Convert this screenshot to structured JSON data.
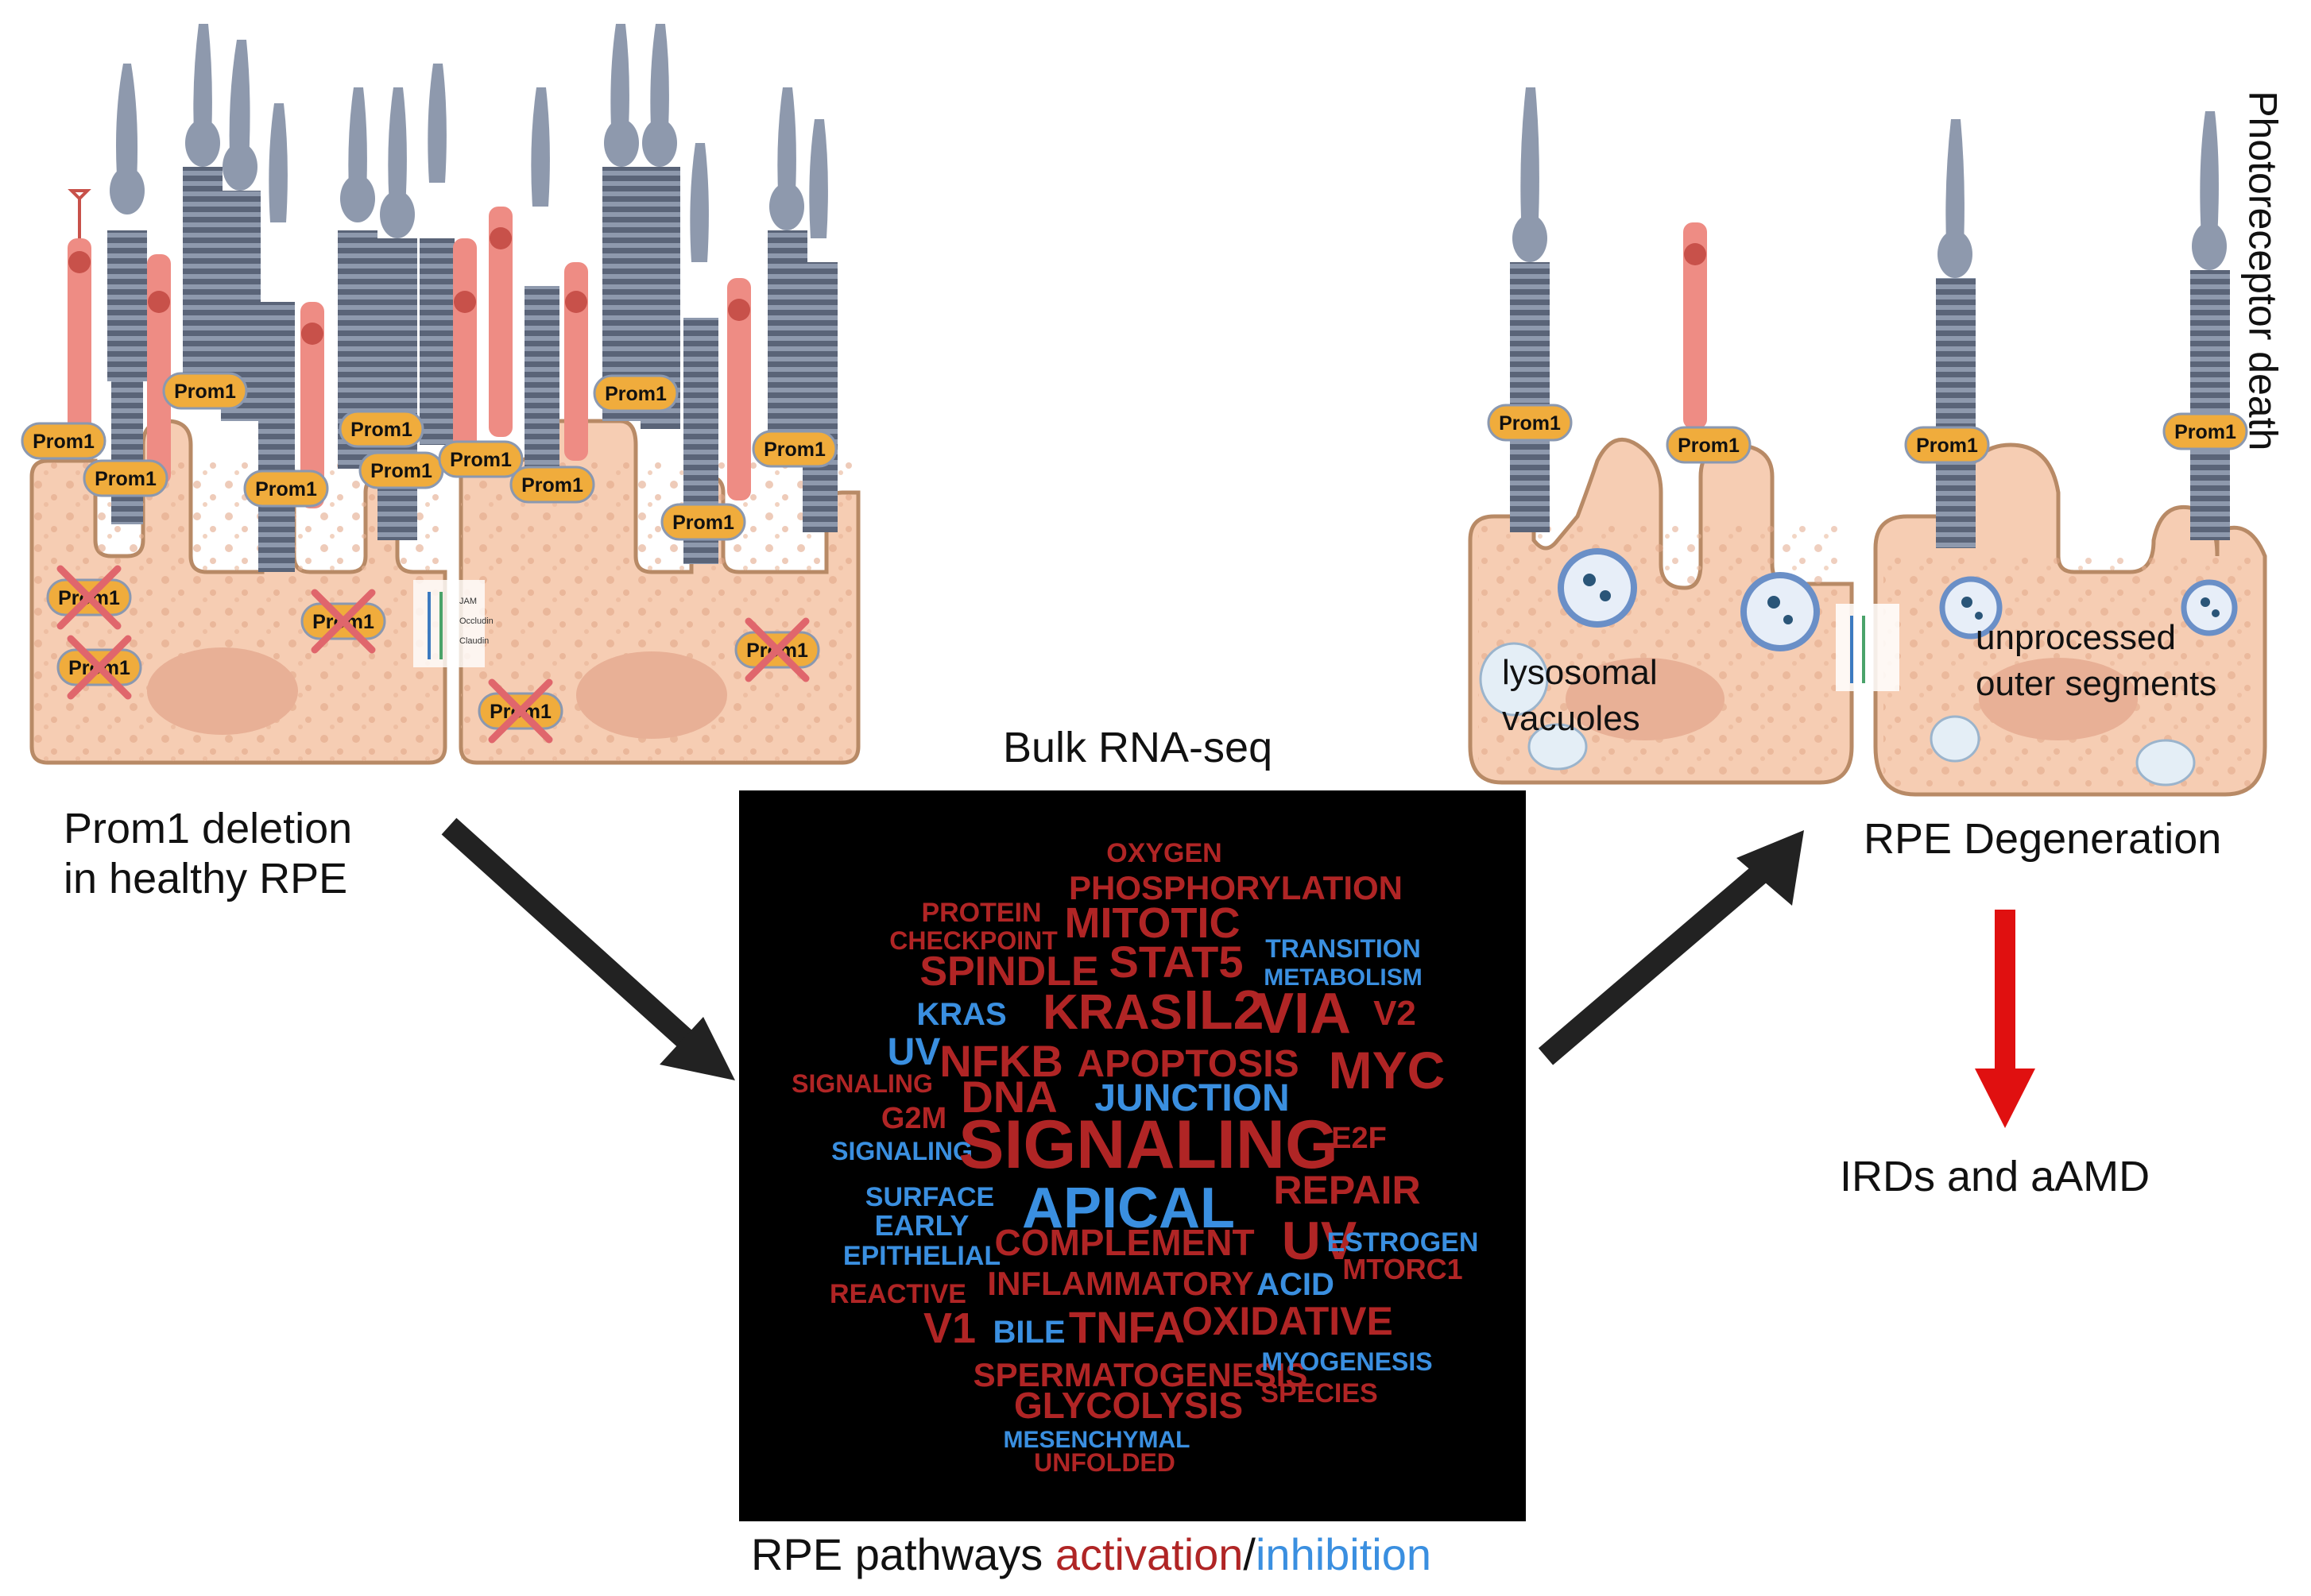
{
  "colors": {
    "cell_fill": "#f6cdb3",
    "cell_stroke": "#b88a66",
    "rod": "#8e99ad",
    "rod_dark": "#4f5a6e",
    "cone": "#ee8c84",
    "cone_dark": "#c8514a",
    "prom1_fill": "#f0ac3c",
    "activation": "#b02525",
    "inhibition": "#3a8fe0",
    "wordcloud_bg": "#000000",
    "arrow_dark": "#222222",
    "arrow_red": "#e01010"
  },
  "prom1_label": "Prom1",
  "junction_labels": [
    "JAM",
    "Occludin",
    "Claudin"
  ],
  "left_caption_line1": "Prom1 deletion",
  "left_caption_line2": "in healthy RPE",
  "wordcloud_title": "Bulk RNA-seq",
  "bottom_caption": {
    "prefix": "RPE pathways ",
    "activation": "activation",
    "slash": "/",
    "inhibition": "inhibition"
  },
  "right_vertical_label": "Photoreceptor death",
  "lysosomal_label_line1": "lysosomal",
  "lysosomal_label_line2": "vacuoles",
  "unprocessed_label_line1": "unprocessed",
  "unprocessed_label_line2": "outer segments",
  "rpe_degeneration_label": "RPE Degeneration",
  "outcome_label": "IRDs and aAMD",
  "wordcloud_words": [
    {
      "text": "OXYGEN",
      "type": "activation"
    },
    {
      "text": "PHOSPHORYLATION",
      "type": "activation"
    },
    {
      "text": "PROTEIN",
      "type": "activation"
    },
    {
      "text": "CHECKPOINT",
      "type": "activation"
    },
    {
      "text": "MITOTIC",
      "type": "activation"
    },
    {
      "text": "TRANSITION",
      "type": "inhibition"
    },
    {
      "text": "SPINDLE",
      "type": "activation"
    },
    {
      "text": "STAT5",
      "type": "activation"
    },
    {
      "text": "METABOLISM",
      "type": "inhibition"
    },
    {
      "text": "KRAS",
      "type": "inhibition"
    },
    {
      "text": "KRAS",
      "type": "activation"
    },
    {
      "text": "IL2",
      "type": "activation"
    },
    {
      "text": "VIA",
      "type": "activation"
    },
    {
      "text": "V2",
      "type": "activation"
    },
    {
      "text": "UV",
      "type": "inhibition"
    },
    {
      "text": "NFKB",
      "type": "activation"
    },
    {
      "text": "APOPTOSIS",
      "type": "activation"
    },
    {
      "text": "MYC",
      "type": "activation"
    },
    {
      "text": "SIGNALING",
      "type": "activation"
    },
    {
      "text": "DNA",
      "type": "activation"
    },
    {
      "text": "JUNCTION",
      "type": "inhibition"
    },
    {
      "text": "G2M",
      "type": "activation"
    },
    {
      "text": "SIGNALING",
      "type": "inhibition"
    },
    {
      "text": "SIGNALING",
      "type": "activation"
    },
    {
      "text": "E2F",
      "type": "activation"
    },
    {
      "text": "SURFACE",
      "type": "inhibition"
    },
    {
      "text": "APICAL",
      "type": "inhibition"
    },
    {
      "text": "REPAIR",
      "type": "activation"
    },
    {
      "text": "EARLY",
      "type": "inhibition"
    },
    {
      "text": "COMPLEMENT",
      "type": "activation"
    },
    {
      "text": "UV",
      "type": "activation"
    },
    {
      "text": "ESTROGEN",
      "type": "inhibition"
    },
    {
      "text": "EPITHELIAL",
      "type": "inhibition"
    },
    {
      "text": "MTORC1",
      "type": "activation"
    },
    {
      "text": "INFLAMMATORY",
      "type": "activation"
    },
    {
      "text": "ACID",
      "type": "inhibition"
    },
    {
      "text": "REACTIVE",
      "type": "activation"
    },
    {
      "text": "V1",
      "type": "activation"
    },
    {
      "text": "BILE",
      "type": "inhibition"
    },
    {
      "text": "TNFA",
      "type": "activation"
    },
    {
      "text": "OXIDATIVE",
      "type": "activation"
    },
    {
      "text": "SPERMATOGENESIS",
      "type": "activation"
    },
    {
      "text": "MYOGENESIS",
      "type": "inhibition"
    },
    {
      "text": "SPECIES",
      "type": "activation"
    },
    {
      "text": "GLYCOLYSIS",
      "type": "activation"
    },
    {
      "text": "MESENCHYMAL",
      "type": "inhibition"
    },
    {
      "text": "UNFOLDED",
      "type": "activation"
    }
  ]
}
